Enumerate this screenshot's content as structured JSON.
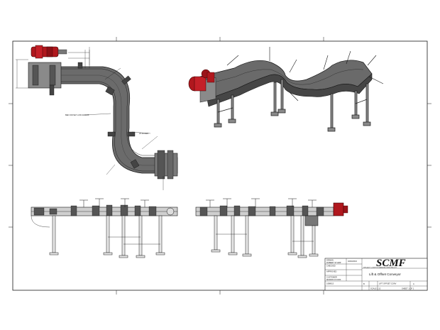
{
  "drawing": {
    "company_logo": "SCMF",
    "company_tagline": "SPECIALTY CONVEYOR MANUFACTURING FACILITY",
    "title": "Lift & Offset Conveyor",
    "sheet": "SHEET 1 OF 1",
    "scale": "SCALE 1:12",
    "size": "B",
    "drawn_label": "DRAWN",
    "drawn_by": "ROBERT STUMP",
    "checked_label": "CHECKED",
    "approved_label": "APPROVED",
    "customer_label": "CUSTOMER",
    "customer": "MORRIS FOODS",
    "job_no": "1088613",
    "date": "02/03/2016",
    "rev": "A",
    "dwg_no": "LIFT OFFSET CONV"
  },
  "annotations": {
    "top_view_note_1": "BED OFFSET LOW RADIUS",
    "top_view_note_2": "2X 45 DEG"
  },
  "colors": {
    "line": "#1a1a1a",
    "frame_fill": "#5c5c5c",
    "frame_light": "#8a8a8a",
    "frame_dark": "#3a3a3a",
    "motor_red": "#b0181e"
  }
}
